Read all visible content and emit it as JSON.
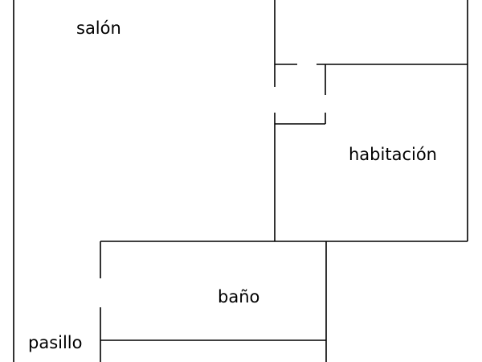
{
  "floorplan": {
    "rooms": {
      "salon": "salón",
      "habitacion": "habitación",
      "bano": "baño",
      "pasillo": "pasillo"
    },
    "line_color": "#000000",
    "background_color": "#ffffff"
  }
}
